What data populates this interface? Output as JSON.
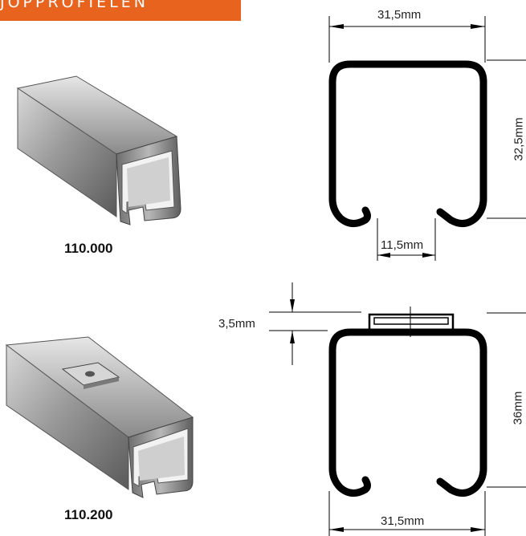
{
  "header": {
    "title": "JOPPROFIELEN",
    "bg_color": "#e8641e"
  },
  "products": [
    {
      "code": "110.000",
      "dimensions": {
        "width": "31,5mm",
        "height": "32,5mm",
        "opening": "11,5mm"
      }
    },
    {
      "code": "110.200",
      "dimensions": {
        "plate": "3,5mm",
        "height": "36mm",
        "width": "31,5mm"
      }
    }
  ]
}
